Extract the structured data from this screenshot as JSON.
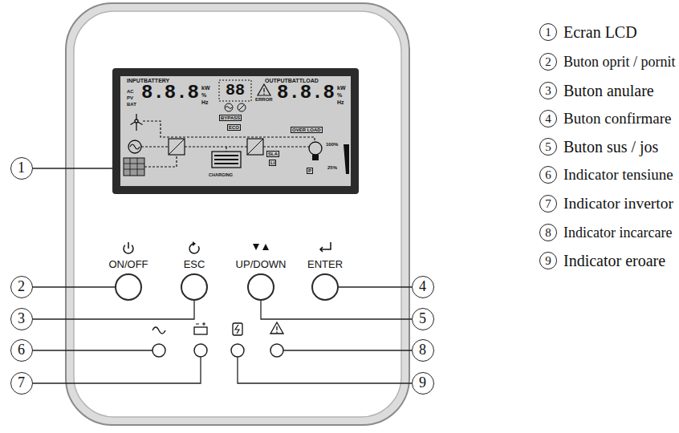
{
  "diagram": {
    "nodes": [
      {
        "text": [
          "INPUTBATTERY",
          "OUTPUTBATTLOAD",
          "AC",
          "PV",
          "BAT",
          "8.8.8",
          "kW",
          "%",
          "Hz",
          "88",
          "ERROR",
          "8.8.8",
          "kW",
          "%",
          "Hz",
          "BYPASS",
          "ECO",
          "OVER LOAD",
          "100%",
          "SLA",
          "LI",
          "25%",
          "P",
          "CHARGING"
        ]
      },
      {
        "text": [
          "ON/OFF"
        ]
      },
      {
        "text": [
          "ESC"
        ]
      },
      {
        "text": [
          "UP/DOWN"
        ]
      },
      {
        "text": [
          "ENTER"
        ]
      },
      {
        "text": [
          "1"
        ]
      },
      {
        "text": [
          "2"
        ]
      },
      {
        "text": [
          "3"
        ]
      },
      {
        "text": [
          "4"
        ]
      },
      {
        "text": [
          "5"
        ]
      },
      {
        "text": [
          "6"
        ]
      },
      {
        "text": [
          "7"
        ]
      },
      {
        "text": [
          "8"
        ]
      },
      {
        "text": [
          "9"
        ]
      },
      {
        "text": [
          "1",
          "Ecran LCD"
        ]
      },
      {
        "text": [
          "2",
          "Buton oprit / pornit"
        ]
      },
      {
        "text": [
          "3",
          "Buton anulare"
        ]
      },
      {
        "text": [
          "4",
          "Buton confirmare"
        ]
      },
      {
        "text": [
          "5",
          "Buton sus / jos"
        ]
      },
      {
        "text": [
          "6",
          "Indicator tensiune"
        ]
      },
      {
        "text": [
          "7",
          "Indicator invertor"
        ]
      },
      {
        "text": [
          "8",
          "Indicator incarcare"
        ]
      },
      {
        "text": [
          "9",
          "Indicator eroare"
        ]
      }
    ],
    "edges": [
      {
        "from": 5,
        "to": 0,
        "arrow": "none"
      },
      {
        "from": 6,
        "to": 1,
        "arrow": "none"
      },
      {
        "from": 7,
        "to": 2,
        "arrow": "none"
      },
      {
        "from": 8,
        "to": 4,
        "arrow": "none"
      },
      {
        "from": 9,
        "to": 3,
        "arrow": "none"
      }
    ]
  }
}
